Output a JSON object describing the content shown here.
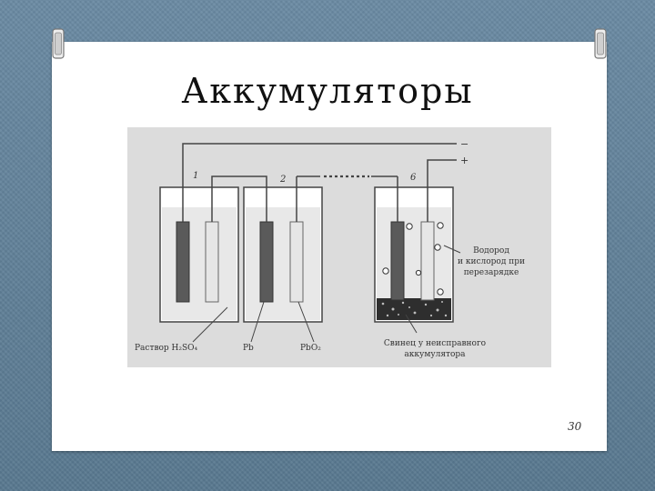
{
  "slide": {
    "title": "Аккумуляторы",
    "page_number": "30"
  },
  "figure": {
    "terminals": {
      "minus": "−",
      "plus": "+"
    },
    "cell_numbers": [
      "1",
      "2",
      "6"
    ],
    "ellipsis": "........",
    "labels": {
      "electrolyte": "Раствор H₂SO₄",
      "lead": "Pb",
      "lead_dioxide": "PbO₂",
      "gas_line1": "Водород",
      "gas_line2": "и кислород при",
      "gas_line3": "перезарядке",
      "sediment_line1": "Свинец у неисправного",
      "sediment_line2": "аккумулятора"
    }
  },
  "colors": {
    "background": "#5f7f98",
    "slide": "#ffffff",
    "figure_bg": "#dcdcdc",
    "electrolyte": "#e8e8e8",
    "lead_plate": "#5a5a5a",
    "dioxide_plate": "#e6e6e6"
  }
}
